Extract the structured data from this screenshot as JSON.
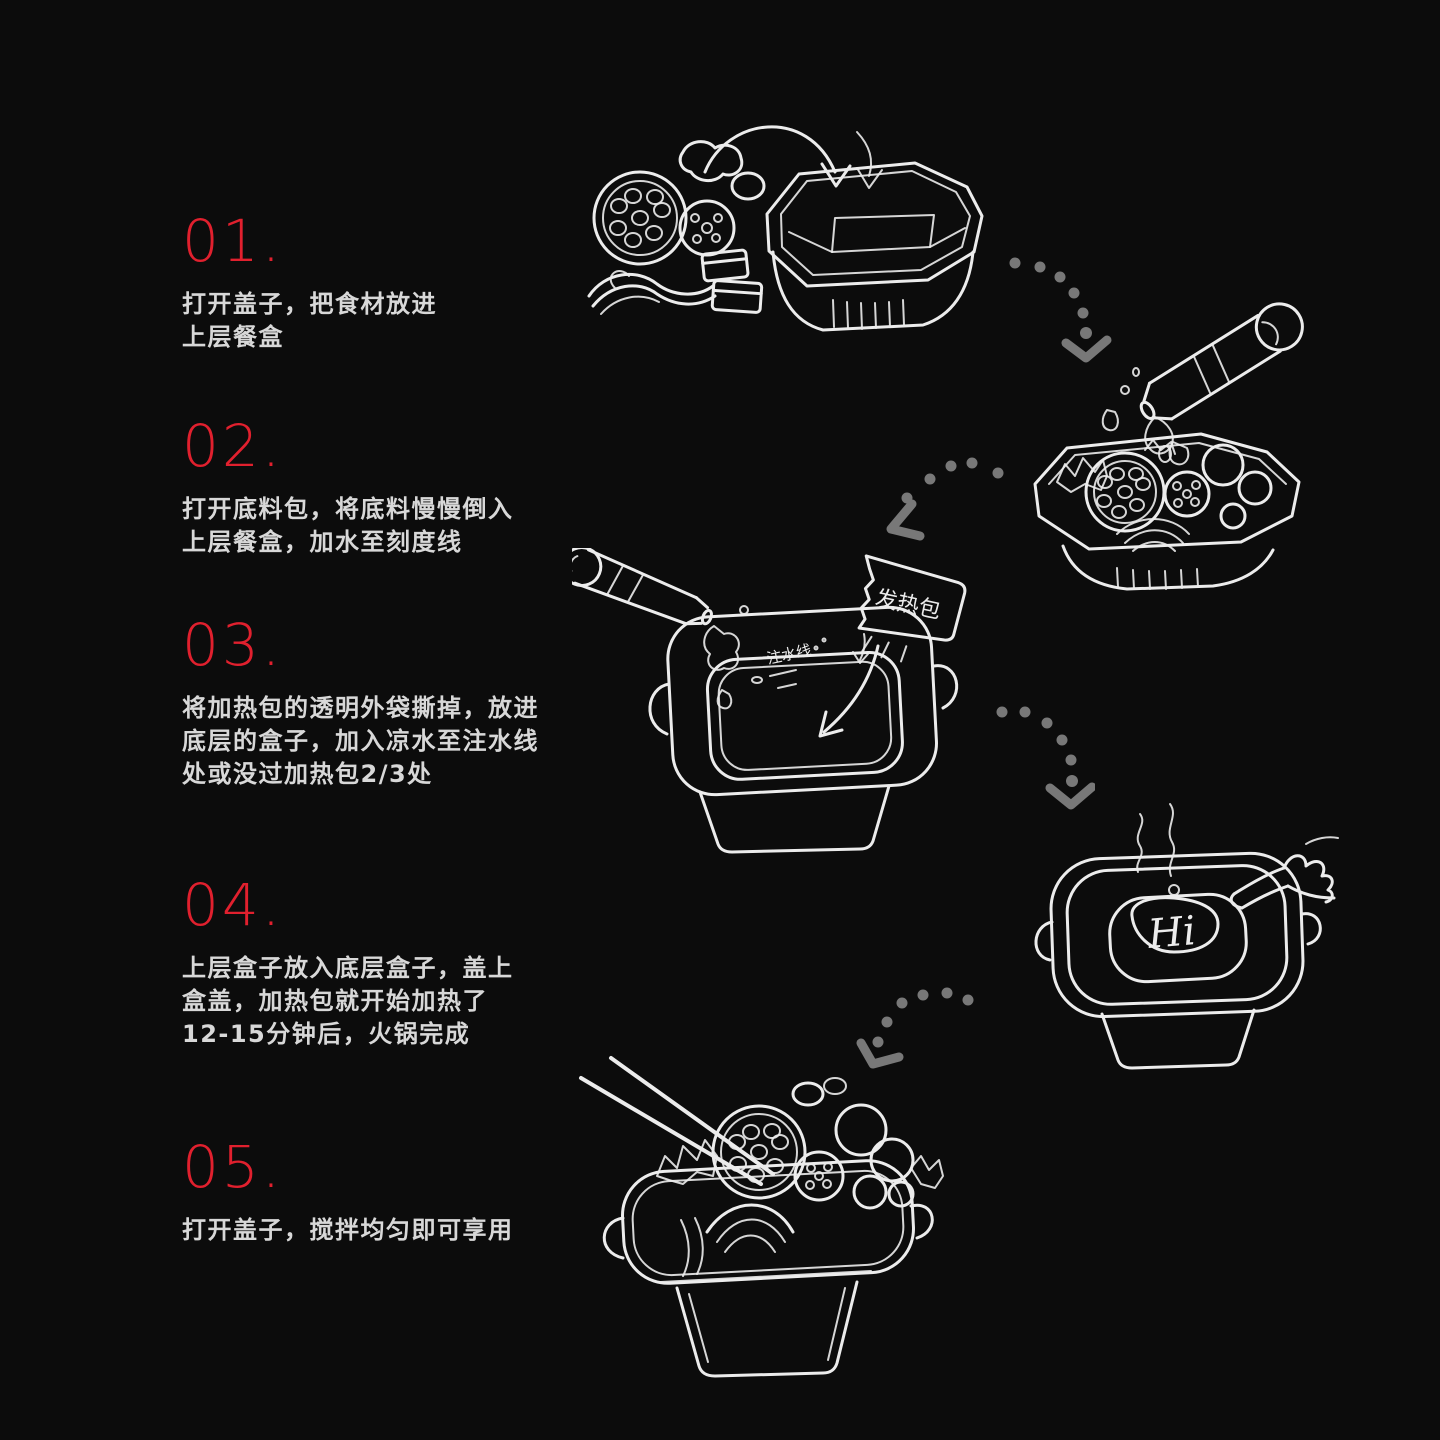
{
  "colors": {
    "background": "#0c0c0c",
    "step_number": "#e1202e",
    "step_text": "#d8d8d8",
    "line_art": "#ececec",
    "dotted_arrow": "#787878"
  },
  "steps": [
    {
      "number": "01.",
      "lines": [
        "打开盖子，把食材放进",
        "上层餐盒"
      ]
    },
    {
      "number": "02.",
      "lines": [
        "打开底料包，将底料慢慢倒入",
        "上层餐盒，加水至刻度线"
      ]
    },
    {
      "number": "03.",
      "lines": [
        "将加热包的透明外袋撕掉，放进",
        "底层的盒子，加入凉水至注水线",
        "处或没过加热包2/3处"
      ]
    },
    {
      "number": "04.",
      "lines": [
        "上层盒子放入底层盒子，盖上",
        "盒盖，加热包就开始加热了",
        "12-15分钟后，火锅完成"
      ]
    },
    {
      "number": "05.",
      "lines": [
        "打开盖子，搅拌均匀即可享用"
      ]
    }
  ],
  "illustrations": {
    "heat_pack_text": "发热包",
    "water_line_text": "注水线",
    "lid_text": "Hi"
  }
}
